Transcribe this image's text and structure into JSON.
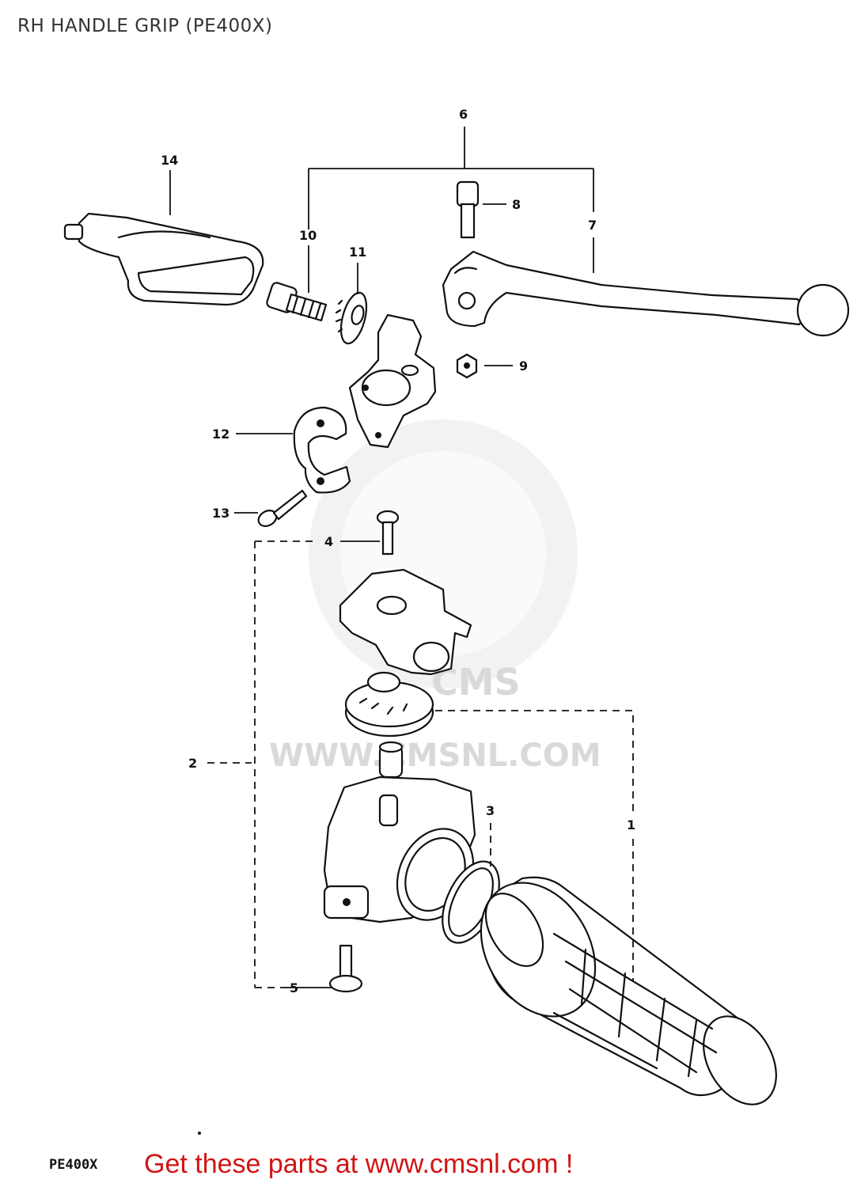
{
  "title": "RH HANDLE GRIP (PE400X)",
  "watermark": "WWW.CMSNL.COM",
  "watermark_logo": "CMS",
  "model_code": "PE400X",
  "footer": "Get these parts at www.cmsnl.com !",
  "callouts": [
    "1",
    "2",
    "3",
    "4",
    "5",
    "6",
    "7",
    "8",
    "9",
    "10",
    "11",
    "12",
    "13",
    "14"
  ],
  "colors": {
    "line": "#111111",
    "watermark": "#d9d9d9",
    "footer": "#d11414",
    "title": "#333333"
  }
}
